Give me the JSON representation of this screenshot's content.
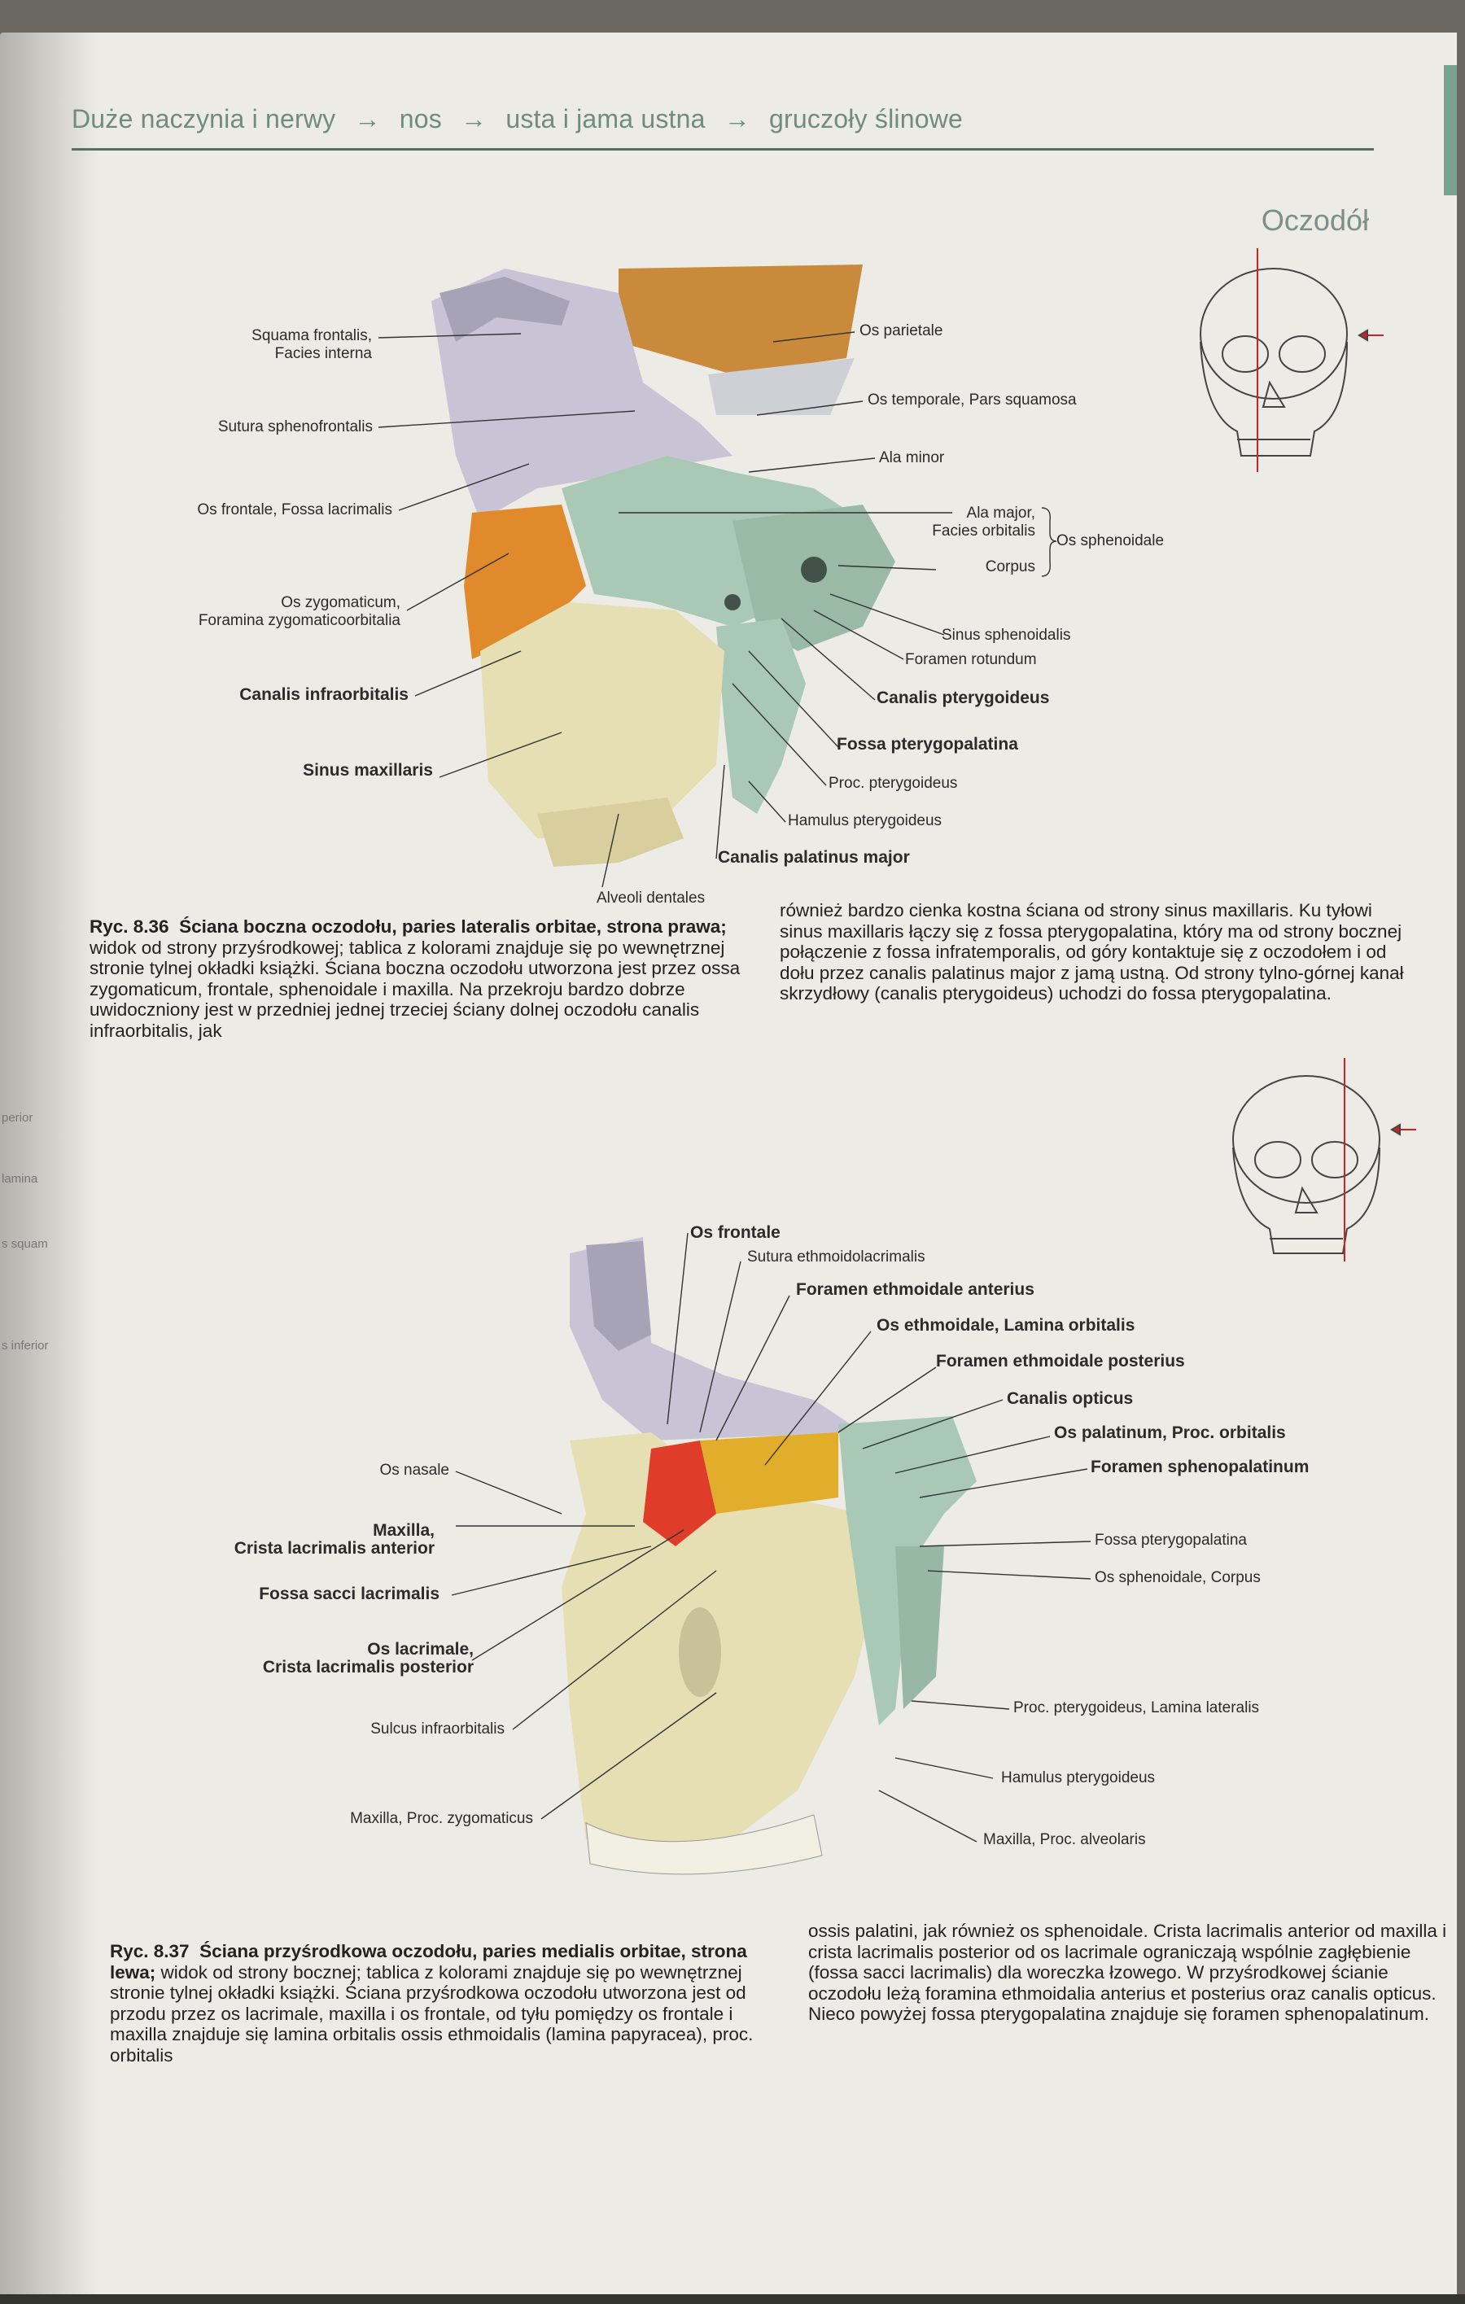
{
  "header": {
    "breadcrumb": [
      "Duże naczynia i nerwy",
      "→",
      "nos",
      "→",
      "usta i jama ustna",
      "→",
      "gruczoły ślinowe"
    ],
    "section_title": "Oczodół"
  },
  "figure1": {
    "labels_left": [
      "Squama frontalis,",
      "Facies interna",
      "Sutura sphenofrontalis",
      "Os frontale, Fossa lacrimalis",
      "Os zygomaticum,",
      "Foramina zygomaticoorbitalia",
      "Canalis infraorbitalis",
      "Sinus maxillaris"
    ],
    "labels_right": [
      "Os parietale",
      "Os temporale, Pars squamosa",
      "Ala minor",
      "Ala major,",
      "Facies orbitalis",
      "Corpus",
      "Os sphenoidale",
      "Sinus sphenoidalis",
      "Foramen rotundum",
      "Canalis pterygoideus",
      "Fossa pterygopalatina",
      "Proc. pterygoideus",
      "Hamulus pterygoideus",
      "Canalis palatinus major",
      "Alveoli dentales"
    ],
    "caption_num": "Ryc. 8.36",
    "caption_title": "Ściana boczna oczodołu, paries lateralis orbitae, strona prawa;",
    "caption_col1": " widok od strony przyśrodkowej; tablica z kolorami znajduje się po wewnętrznej stronie tylnej okładki książki. Ściana boczna oczodołu utworzona jest przez ossa zygomaticum, frontale, sphenoidale i maxilla. Na przekroju bardzo dobrze uwidoczniony jest w przedniej jednej trzeciej ściany dolnej oczodołu canalis infraorbitalis, jak",
    "caption_col2": "również bardzo cienka kostna ściana od strony sinus maxillaris. Ku tyłowi sinus maxillaris łączy się z fossa pterygopalatina, który ma od strony bocznej połączenie z fossa infratemporalis, od góry kontaktuje się z oczodołem i od dołu przez canalis palatinus major z jamą ustną. Od strony tylno-górnej kanał skrzydłowy (canalis pterygoideus) uchodzi do fossa pterygopalatina."
  },
  "figure2": {
    "labels_top": [
      "Os frontale",
      "Sutura ethmoidolacrimalis",
      "Foramen ethmoidale anterius",
      "Os ethmoidale, Lamina orbitalis",
      "Foramen ethmoidale posterius",
      "Canalis opticus",
      "Os palatinum, Proc. orbitalis",
      "Foramen sphenopalatinum"
    ],
    "labels_left": [
      "Os nasale",
      "Maxilla,",
      "Crista lacrimalis anterior",
      "Fossa sacci lacrimalis",
      "Os lacrimale,",
      "Crista lacrimalis posterior",
      "Sulcus infraorbitalis",
      "Maxilla, Proc. zygomaticus"
    ],
    "labels_right": [
      "Fossa pterygopalatina",
      "Os sphenoidale, Corpus",
      "Proc. pterygoideus, Lamina lateralis",
      "Hamulus pterygoideus",
      "Maxilla, Proc. alveolaris"
    ],
    "caption_num": "Ryc. 8.37",
    "caption_title": "Ściana przyśrodkowa oczodołu, paries medialis orbitae, strona lewa;",
    "caption_col1": " widok od strony bocznej; tablica z kolorami znajduje się po wewnętrznej stronie tylnej okładki książki. Ściana przyśrodkowa oczodołu utworzona jest od przodu przez os lacrimale, maxilla i os frontale, od tyłu pomiędzy os frontale i maxilla znajduje się lamina orbitalis ossis ethmoidalis (lamina papyracea), proc. orbitalis",
    "caption_col2": "ossis palatini, jak również os sphenoidale. Crista lacrimalis anterior od maxilla i crista lacrimalis posterior od os lacrimale ograniczają wspólnie zagłębienie (fossa sacci lacrimalis) dla woreczka łzowego. W przyśrodkowej ścianie oczodołu leżą foramina ethmoidalia anterius et posterius oraz canalis opticus. Nieco powyżej fossa pterygopalatina znajduje się foramen sphenopalatinum."
  },
  "colors": {
    "frontal": "#c8c4d6",
    "sphenoid": "#a9c9b6",
    "zygomatic": "#e08a2c",
    "maxilla": "#e7dfb4",
    "parietal": "#c98a3b",
    "lacrimal": "#e03c2a",
    "ethmoid": "#e3ad2c",
    "accent": "#6f8c7f"
  }
}
